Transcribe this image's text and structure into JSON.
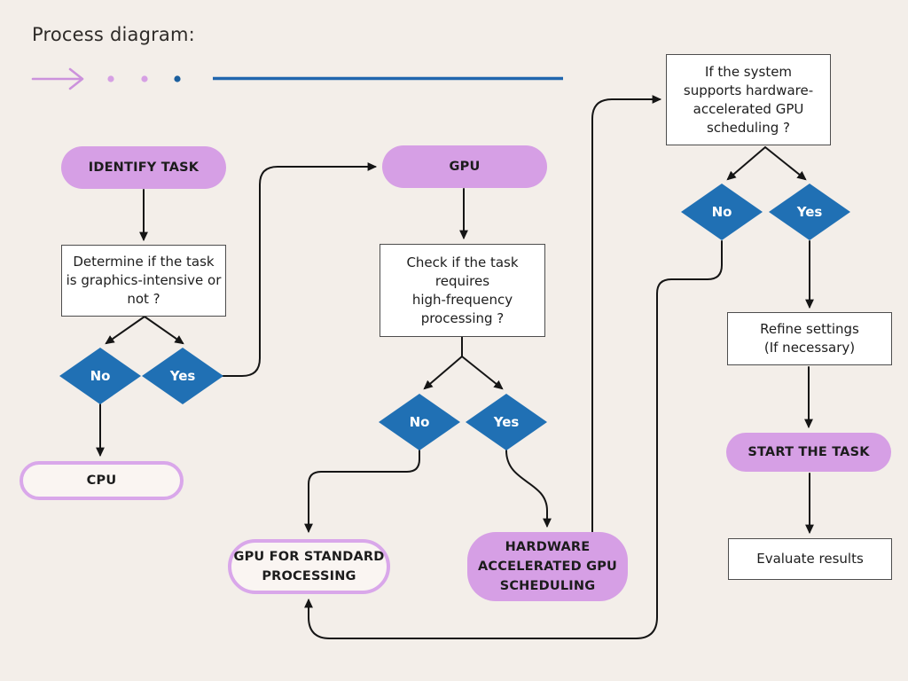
{
  "title": "Process diagram:",
  "colors": {
    "background": "#F3EEE9",
    "pill_fill": "#D69FE5",
    "pill_outline_border": "#D9A7EA",
    "pill_outline_fill": "#FAF5F2",
    "diamond_fill": "#2070B4",
    "connector": "#151515",
    "decor_arrow_purple": "#CC92DC",
    "decor_dot_purple": "#D6A0E4",
    "decor_dot_blue": "#1B5F9E",
    "decor_line_blue": "#2166AE"
  },
  "nodes": {
    "identify_task": "IDENTIFY TASK",
    "determine": "Determine if the task\nis graphics-intensive or\nnot ?",
    "decision1_no": "No",
    "decision1_yes": "Yes",
    "cpu": "CPU",
    "gpu": "GPU",
    "check": "Check if the task\nrequires\nhigh-frequency\nprocessing ?",
    "decision2_no": "No",
    "decision2_yes": "Yes",
    "gpu_standard": "GPU FOR STANDARD\nPROCESSING",
    "hardware_scheduling": "HARDWARE\nACCELERATED GPU\nSCHEDULING",
    "supports": "If the system\nsupports hardware-\naccelerated GPU\nscheduling ?",
    "decision3_no": "No",
    "decision3_yes": "Yes",
    "refine": "Refine settings\n(If necessary)",
    "start_task": "START THE TASK",
    "evaluate": "Evaluate results"
  }
}
